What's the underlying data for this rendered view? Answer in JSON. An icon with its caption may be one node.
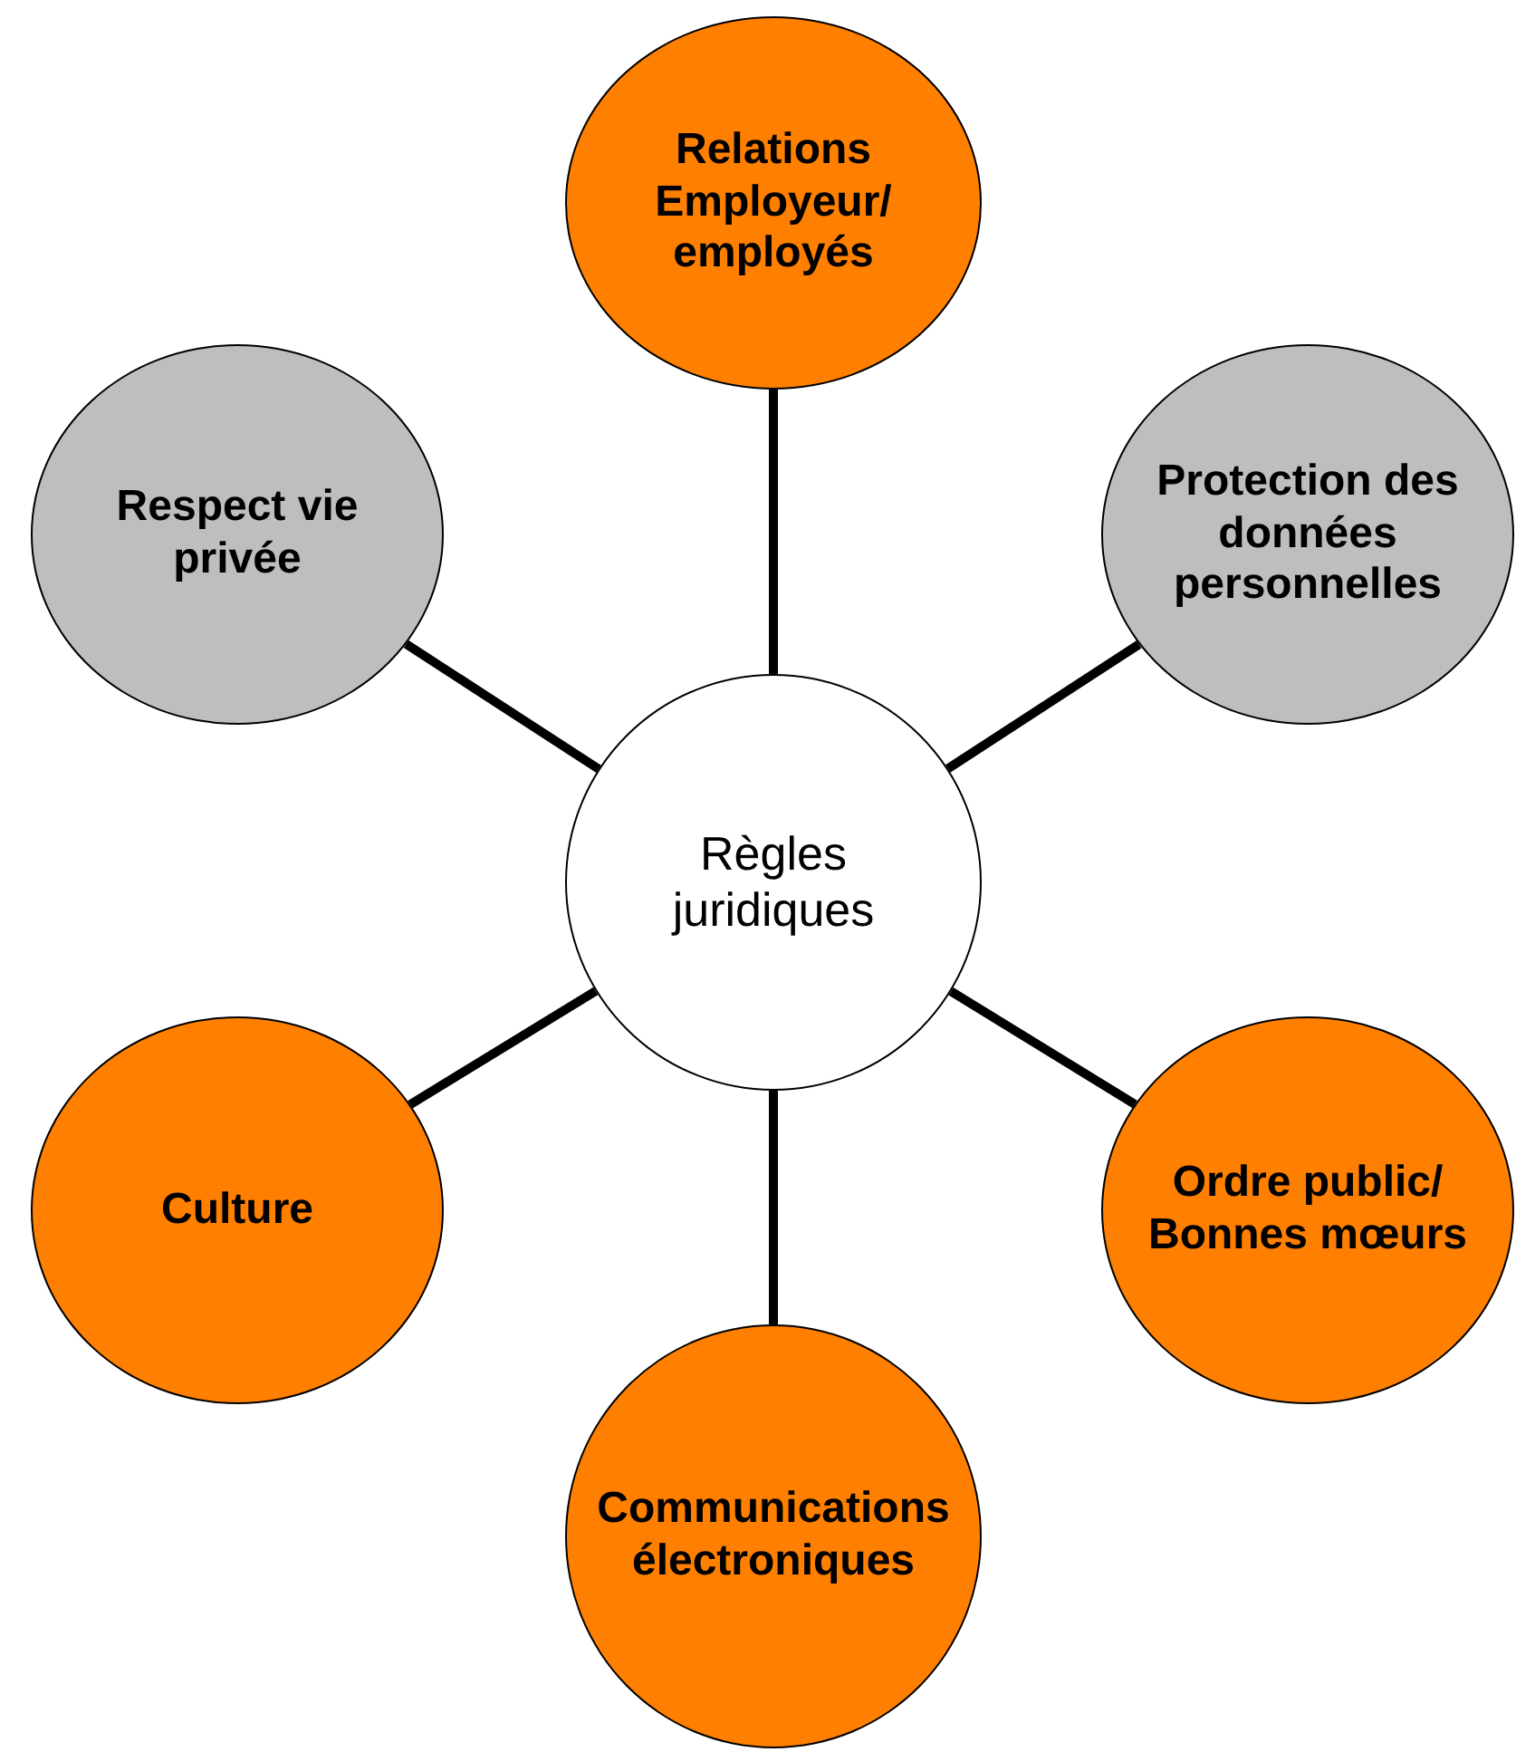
{
  "diagram": {
    "nodes": [
      {
        "text": [
          "Relations Employeur/ employés"
        ]
      },
      {
        "text": [
          "Respect vie privée"
        ]
      },
      {
        "text": [
          "Protection des données personnelles"
        ]
      },
      {
        "text": [
          "Règles juridiques"
        ]
      },
      {
        "text": [
          "Culture"
        ]
      },
      {
        "text": [
          "Ordre public/ Bonnes mœurs"
        ]
      },
      {
        "text": [
          "Communications électroniques"
        ]
      }
    ],
    "edges": [
      {
        "from": 3,
        "to": 0,
        "arrow": "none"
      },
      {
        "from": 3,
        "to": 1,
        "arrow": "none"
      },
      {
        "from": 3,
        "to": 2,
        "arrow": "none"
      },
      {
        "from": 3,
        "to": 4,
        "arrow": "none"
      },
      {
        "from": 3,
        "to": 5,
        "arrow": "none"
      },
      {
        "from": 3,
        "to": 6,
        "arrow": "none"
      }
    ]
  }
}
